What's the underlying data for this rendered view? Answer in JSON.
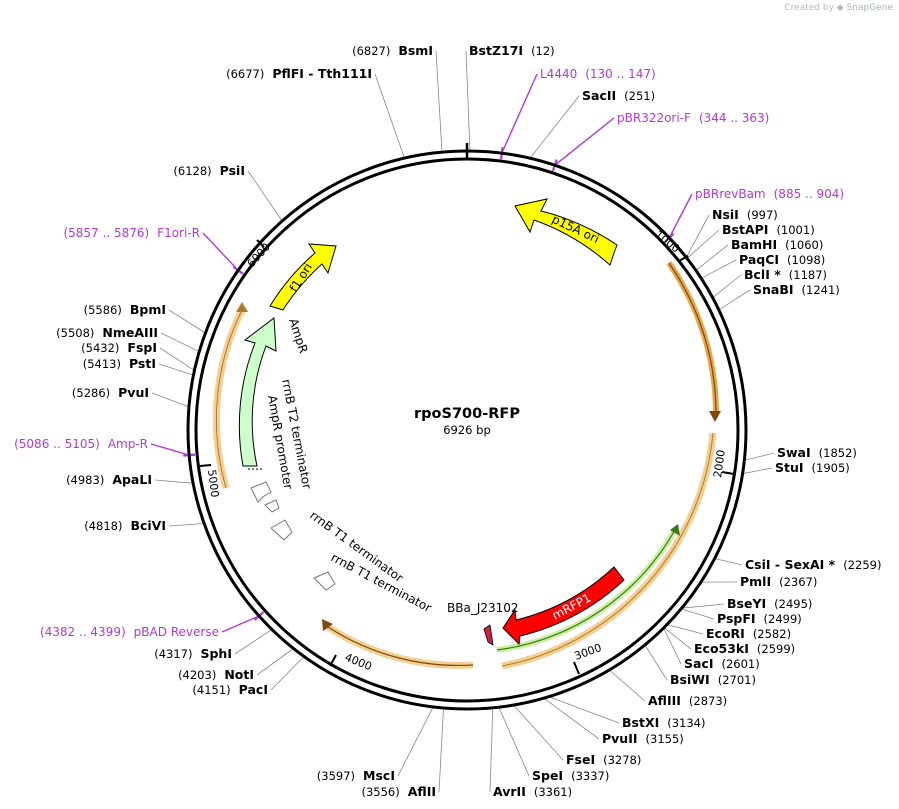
{
  "watermark": {
    "prefix": "Created by",
    "brand": "SnapGene"
  },
  "plasmid": {
    "name": "rpoS700-RFP",
    "size_label": "6926 bp",
    "length": 6926
  },
  "ticks": [
    "1000",
    "2000",
    "3000",
    "4000",
    "5000",
    "6000"
  ],
  "enzymes": [
    {
      "id": "bstz17i",
      "name": "BstZ17I",
      "pos": "(12)",
      "at": 12
    },
    {
      "id": "sacii",
      "name": "SacII",
      "pos": "(251)",
      "at": 251
    },
    {
      "id": "nsii",
      "name": "NsiI",
      "pos": "(997)",
      "at": 997
    },
    {
      "id": "bstapi",
      "name": "BstAPI",
      "pos": "(1001)",
      "at": 1001
    },
    {
      "id": "bamhi",
      "name": "BamHI",
      "pos": "(1060)",
      "at": 1060
    },
    {
      "id": "paqci",
      "name": "PaqCI",
      "pos": "(1098)",
      "at": 1098
    },
    {
      "id": "bcli",
      "name": "BclI *",
      "pos": "(1187)",
      "at": 1187
    },
    {
      "id": "snabi",
      "name": "SnaBI",
      "pos": "(1241)",
      "at": 1241
    },
    {
      "id": "swai",
      "name": "SwaI",
      "pos": "(1852)",
      "at": 1852
    },
    {
      "id": "stui",
      "name": "StuI",
      "pos": "(1905)",
      "at": 1905
    },
    {
      "id": "csii",
      "name": "CsiI  - SexAI *",
      "pos": "(2259)",
      "at": 2259
    },
    {
      "id": "pmli",
      "name": "PmlI",
      "pos": "(2367)",
      "at": 2367
    },
    {
      "id": "bseyi",
      "name": "BseYI",
      "pos": "(2495)",
      "at": 2495
    },
    {
      "id": "pspfi",
      "name": "PspFI",
      "pos": "(2499)",
      "at": 2499
    },
    {
      "id": "ecori",
      "name": "EcoRI",
      "pos": "(2582)",
      "at": 2582
    },
    {
      "id": "eco53ki",
      "name": "Eco53kI",
      "pos": "(2599)",
      "at": 2599
    },
    {
      "id": "saci",
      "name": "SacI",
      "pos": "(2601)",
      "at": 2601
    },
    {
      "id": "bsiwi",
      "name": "BsiWI",
      "pos": "(2701)",
      "at": 2701
    },
    {
      "id": "afliii",
      "name": "AflIII",
      "pos": "(2873)",
      "at": 2873
    },
    {
      "id": "bstxi",
      "name": "BstXI",
      "pos": "(3134)",
      "at": 3134
    },
    {
      "id": "pvuii",
      "name": "PvuII",
      "pos": "(3155)",
      "at": 3155
    },
    {
      "id": "fsei",
      "name": "FseI",
      "pos": "(3278)",
      "at": 3278
    },
    {
      "id": "spei",
      "name": "SpeI",
      "pos": "(3337)",
      "at": 3337
    },
    {
      "id": "avrii",
      "name": "AvrII",
      "pos": "(3361)",
      "at": 3361
    },
    {
      "id": "mscl",
      "name": "MscI",
      "pos": "(3597)",
      "at": 3597
    },
    {
      "id": "aflii",
      "name": "AflII",
      "pos": "(3556)",
      "at": 3556
    },
    {
      "id": "paci",
      "name": "PacI",
      "pos": "(4151)",
      "at": 4151
    },
    {
      "id": "noti",
      "name": "NotI",
      "pos": "(4203)",
      "at": 4203
    },
    {
      "id": "sphi",
      "name": "SphI",
      "pos": "(4317)",
      "at": 4317
    },
    {
      "id": "bcivi",
      "name": "BciVI",
      "pos": "(4818)",
      "at": 4818
    },
    {
      "id": "apali",
      "name": "ApaLI",
      "pos": "(4983)",
      "at": 4983
    },
    {
      "id": "pvui",
      "name": "PvuI",
      "pos": "(5286)",
      "at": 5286
    },
    {
      "id": "psti",
      "name": "PstI",
      "pos": "(5413)",
      "at": 5413
    },
    {
      "id": "fspi",
      "name": "FspI",
      "pos": "(5432)",
      "at": 5432
    },
    {
      "id": "nmeaiii",
      "name": "NmeAIII",
      "pos": "(5508)",
      "at": 5508
    },
    {
      "id": "bpmi",
      "name": "BpmI",
      "pos": "(5586)",
      "at": 5586
    },
    {
      "id": "psii",
      "name": "PsiI",
      "pos": "(6128)",
      "at": 6128
    },
    {
      "id": "pflfi",
      "name": "PflFI  - Tth111I",
      "pos": "(6677)",
      "at": 6677
    },
    {
      "id": "bsmi",
      "name": "BsmI",
      "pos": "(6827)",
      "at": 6827
    }
  ],
  "primers": [
    {
      "id": "l4440",
      "name": "L4440",
      "pos": "(130 .. 147)",
      "at": 138
    },
    {
      "id": "pbr322ori",
      "name": "pBR322ori-F",
      "pos": "(344 .. 363)",
      "at": 353
    },
    {
      "id": "pbrrevbam",
      "name": "pBRrevBam",
      "pos": "(885 .. 904)",
      "at": 894
    },
    {
      "id": "f1ori-r",
      "name": "F1ori-R",
      "pos": "(5857 .. 5876)",
      "at": 5866
    },
    {
      "id": "amp-r",
      "name": "Amp-R",
      "pos": "(5086 .. 5105)",
      "at": 5095
    },
    {
      "id": "pbad-reverse",
      "name": "pBAD Reverse",
      "pos": "(4382 .. 4399)",
      "at": 4390
    }
  ],
  "features": {
    "p15a_ori": "p15A ori",
    "f1_ori": "f1 ori",
    "ampr": "AmpR",
    "ampr_promoter": "AmpR promoter",
    "rrnb_t2": "rrnB T2 terminator",
    "rrnb_t1_a": "rrnB T1 terminator",
    "rrnb_t1_b": "rrnB T1 terminator",
    "bba": "BBa_J23102",
    "mrfp1": "mRFP1"
  },
  "colors": {
    "primer": "#b13ad6",
    "p15a": "#ffff00",
    "f1": "#ffff00",
    "ampr": "#ccffcc",
    "mrfp1": "#ff0000",
    "bba": "#cc2244",
    "orf": "#f0c27a",
    "green_orf": "#a8e07a"
  }
}
